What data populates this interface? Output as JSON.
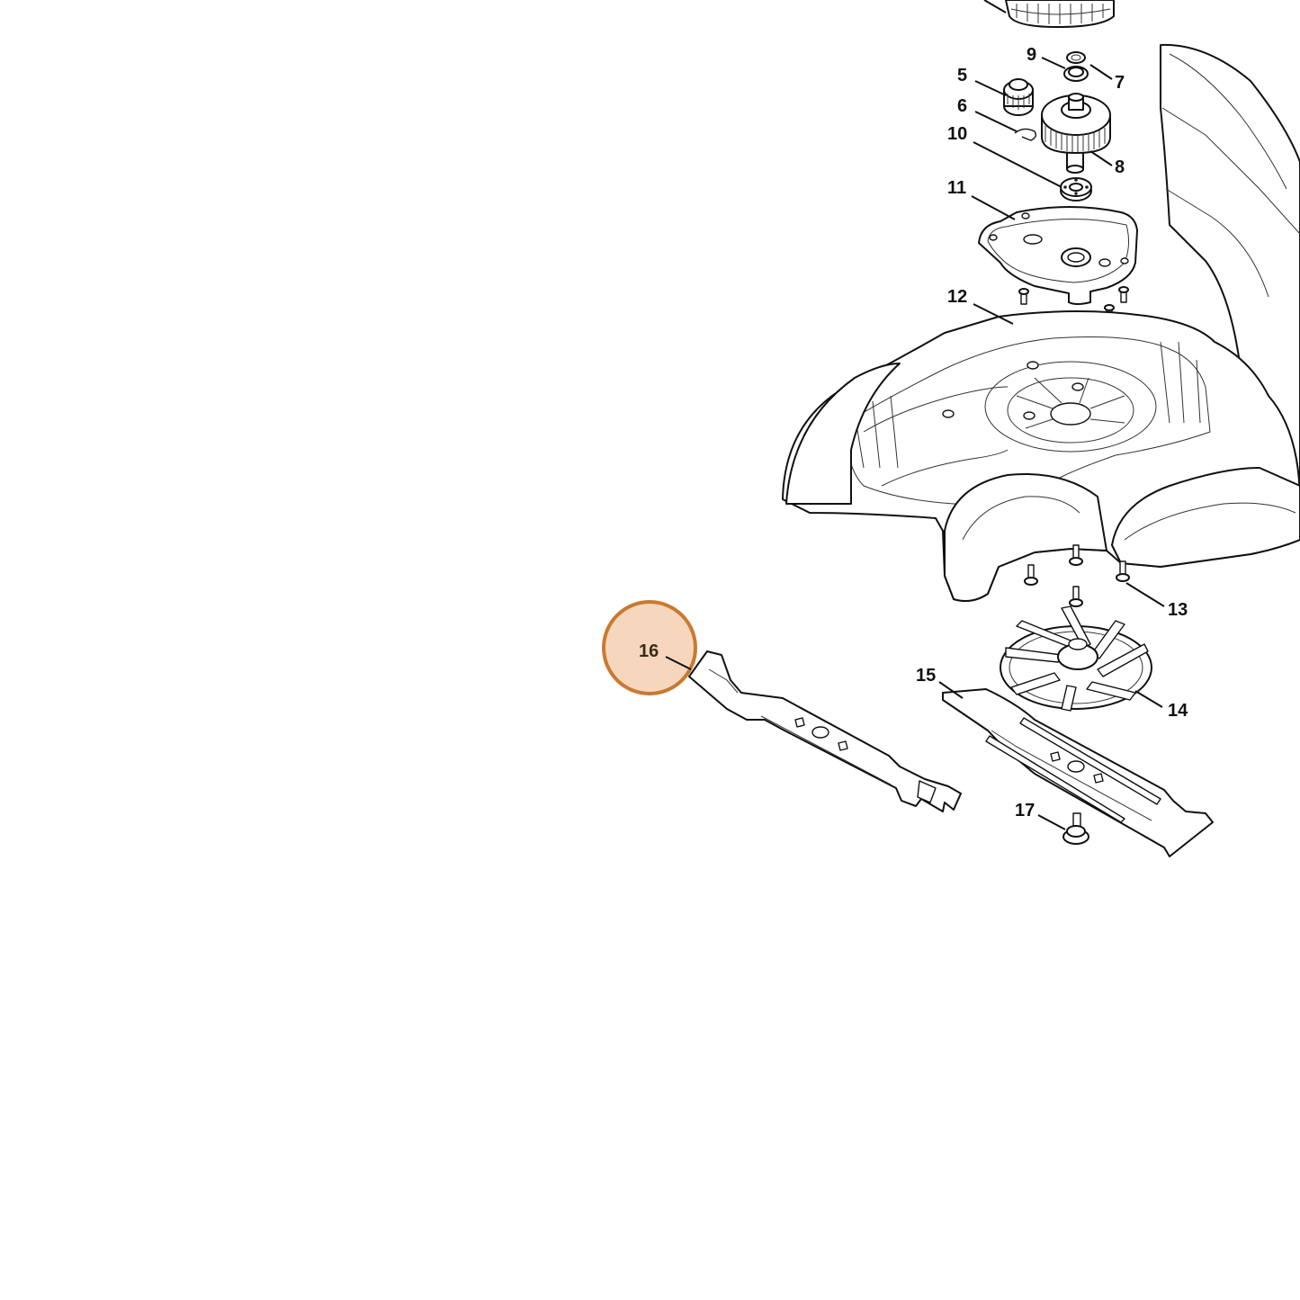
{
  "diagram": {
    "highlight_color": "#f3c8a5",
    "highlight_border": "#c87a33",
    "highlighted_part": "16",
    "callouts": [
      {
        "id": "c5",
        "label": "5"
      },
      {
        "id": "c6",
        "label": "6"
      },
      {
        "id": "c7",
        "label": "7"
      },
      {
        "id": "c8",
        "label": "8"
      },
      {
        "id": "c9",
        "label": "9"
      },
      {
        "id": "c10",
        "label": "10"
      },
      {
        "id": "c11",
        "label": "11"
      },
      {
        "id": "c12",
        "label": "12"
      },
      {
        "id": "c13",
        "label": "13"
      },
      {
        "id": "c14",
        "label": "14"
      },
      {
        "id": "c15",
        "label": "15"
      },
      {
        "id": "c16",
        "label": "16"
      },
      {
        "id": "c17",
        "label": "17"
      }
    ]
  }
}
